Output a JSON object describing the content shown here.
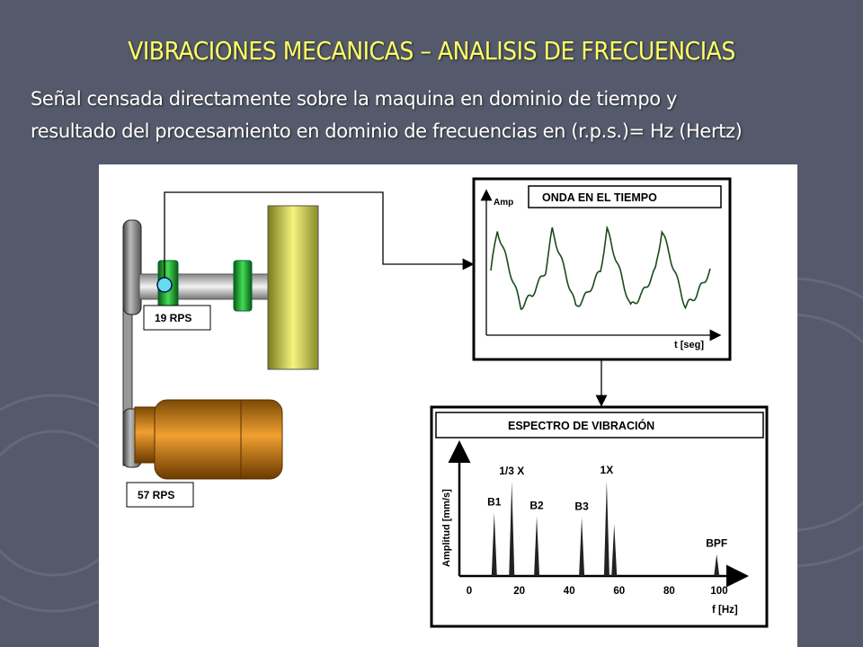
{
  "slide": {
    "title": "VIBRACIONES MECANICAS – ANALISIS DE FRECUENCIAS",
    "subtitle_line1": "Señal censada directamente sobre la maquina en dominio de tiempo y",
    "subtitle_line2": "resultado del procesamiento en dominio de frecuencias en (r.p.s.)= Hz (Hertz)"
  },
  "machine": {
    "shaft_speed_label": "19 RPS",
    "motor_speed_label": "57 RPS"
  },
  "time_panel": {
    "title": "ONDA EN EL  TIEMPO",
    "y_label": "Amp",
    "x_label": "t [seg]"
  },
  "spectrum_panel": {
    "title": "ESPECTRO DE VIBRACIÓN",
    "y_label": "Amplitud [mm/s]",
    "x_label": "f [Hz]",
    "x_ticks": [
      "0",
      "20",
      "40",
      "60",
      "80",
      "100"
    ],
    "peaks": [
      {
        "label": "B1",
        "freq": 10,
        "amp": 0.55
      },
      {
        "label": "1/3 X",
        "freq": 17,
        "amp": 0.82
      },
      {
        "label": "B2",
        "freq": 27,
        "amp": 0.52
      },
      {
        "label": "B3",
        "freq": 45,
        "amp": 0.51
      },
      {
        "label": "1X",
        "freq": 55,
        "amp": 0.83
      },
      {
        "label": "",
        "freq": 58,
        "amp": 0.45
      },
      {
        "label": "BPF",
        "freq": 99,
        "amp": 0.19
      }
    ]
  },
  "colors": {
    "background": "#545a6b",
    "title": "#ffff66",
    "subtitle": "#ffffff",
    "waveform": "#1a4a1a",
    "bearing": "#22aa33",
    "motor": "#cc7a10",
    "flywheel": "#d8d850",
    "sensor": "#66ddee"
  }
}
